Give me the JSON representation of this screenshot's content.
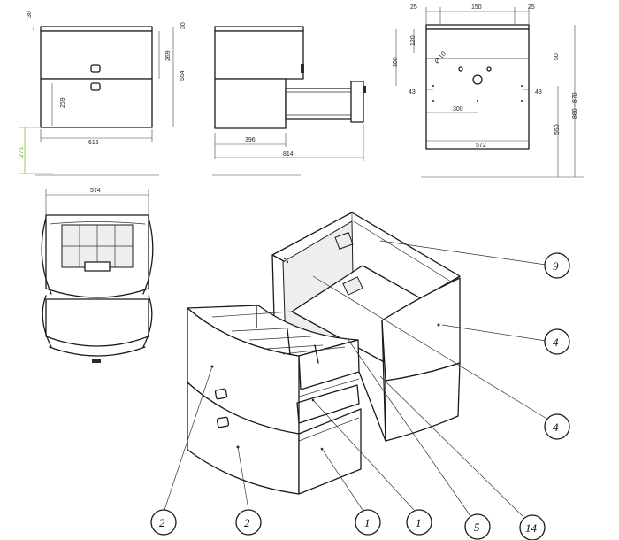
{
  "dimensions": {
    "front_top_gap": "30",
    "front_top_drawer": "269",
    "front_height": "554",
    "front_bottom_drawer": "269",
    "front_width": "616",
    "front_floor": "275",
    "side_top_gap": "30",
    "side_depth_inner": "396",
    "side_overall": "814",
    "top_gap_left": "25",
    "top_span": "150",
    "top_gap_right": "25",
    "top_height": "300",
    "top_offset": "120",
    "top_hole": "Ø 10",
    "top_small": "50",
    "top_left_edge": "43",
    "top_right_edge": "43",
    "top_center": "300",
    "top_width": "572",
    "top_vert_550": "550",
    "top_vert_range": "860 - 870",
    "plan_width": "574"
  },
  "callouts": [
    "9",
    "4",
    "4",
    "2",
    "2",
    "1",
    "1",
    "5",
    "14"
  ]
}
